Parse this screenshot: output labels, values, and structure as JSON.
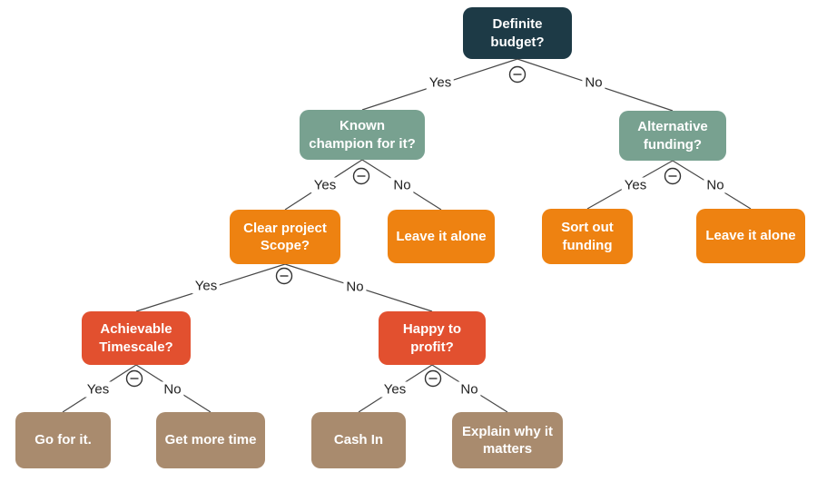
{
  "diagram": {
    "type": "decision-tree",
    "colors": {
      "root_node": "#1d3a46",
      "level2_node": "#78a190",
      "level3_node": "#ee8211",
      "level4_node": "#e2502f",
      "level5_node": "#a98b6e",
      "node_text": "#ffffff",
      "branch_label_text": "#1f1f1f",
      "connector_line": "#474747",
      "background": "#ffffff"
    },
    "icons": {
      "collapse": "minus-circle-icon"
    },
    "branch_labels": {
      "yes": "Yes",
      "no": "No"
    },
    "nodes": {
      "root": {
        "label": "Definite\nbudget?"
      },
      "known": {
        "label": "Known\nchampion for it?"
      },
      "alt": {
        "label": "Alternative\nfunding?"
      },
      "scope": {
        "label": "Clear project\nScope?"
      },
      "leave_left": {
        "label": "Leave it alone"
      },
      "sort": {
        "label": "Sort out\nfunding"
      },
      "leave_right": {
        "label": "Leave it alone"
      },
      "achievable": {
        "label": "Achievable\nTimescale?"
      },
      "happy": {
        "label": "Happy to\nprofit?"
      },
      "go": {
        "label": "Go for it."
      },
      "more_time": {
        "label": "Get more time"
      },
      "cash": {
        "label": "Cash In"
      },
      "explain": {
        "label": "Explain why it\nmatters"
      }
    },
    "edges": [
      {
        "from": "root",
        "to": "known",
        "label": "Yes"
      },
      {
        "from": "root",
        "to": "alt",
        "label": "No"
      },
      {
        "from": "known",
        "to": "scope",
        "label": "Yes"
      },
      {
        "from": "known",
        "to": "leave_left",
        "label": "No"
      },
      {
        "from": "alt",
        "to": "sort",
        "label": "Yes"
      },
      {
        "from": "alt",
        "to": "leave_right",
        "label": "No"
      },
      {
        "from": "scope",
        "to": "achievable",
        "label": "Yes"
      },
      {
        "from": "scope",
        "to": "happy",
        "label": "No"
      },
      {
        "from": "achievable",
        "to": "go",
        "label": "Yes"
      },
      {
        "from": "achievable",
        "to": "more_time",
        "label": "No"
      },
      {
        "from": "happy",
        "to": "cash",
        "label": "Yes"
      },
      {
        "from": "happy",
        "to": "explain",
        "label": "No"
      }
    ]
  }
}
